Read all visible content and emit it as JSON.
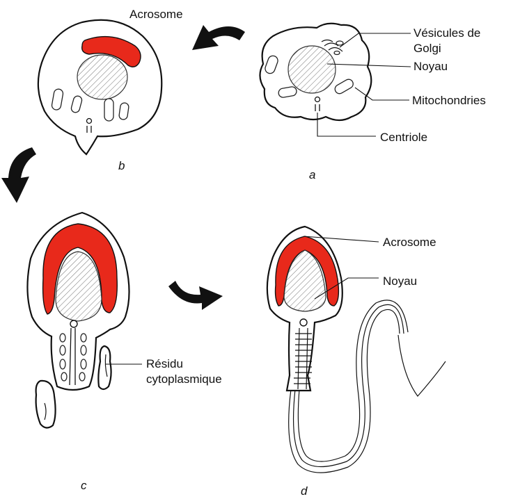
{
  "labels": {
    "a": {
      "golgi": "Vésicules de Golgi",
      "golgi_line1": "Vésicules de",
      "golgi_line2": "Golgi",
      "nucleus": "Noyau",
      "mitochondria": "Mitochondries",
      "centriole": "Centriole"
    },
    "b": {
      "acrosome": "Acrosome"
    },
    "c": {
      "residue_line1": "Résidu",
      "residue_line2": "cytoplasmique"
    },
    "d": {
      "acrosome": "Acrosome",
      "nucleus": "Noyau"
    }
  },
  "stages": [
    "a",
    "b",
    "c",
    "d"
  ],
  "colors": {
    "acrosome": "#e8291b",
    "outline": "#111111",
    "background": "#ffffff"
  }
}
